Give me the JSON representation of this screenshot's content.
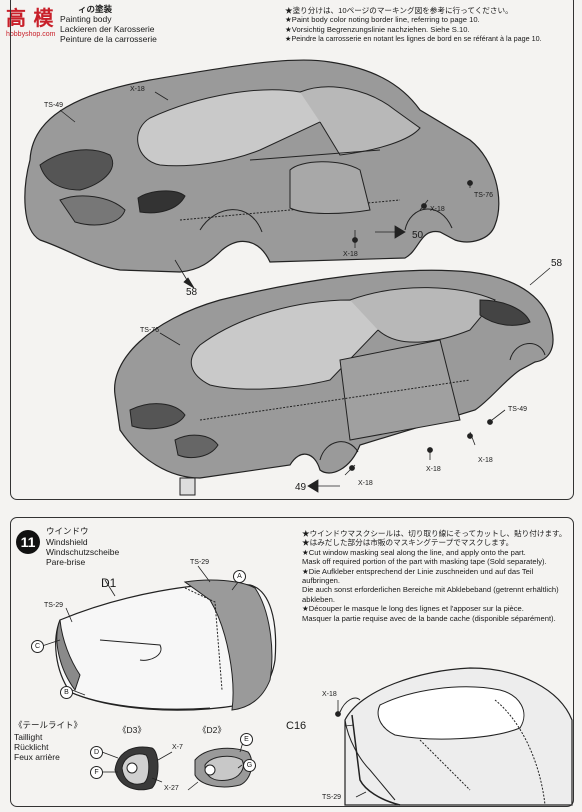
{
  "logo": {
    "main": "高 模",
    "sub": "hobbyshop.com"
  },
  "section_top": {
    "title_jp": "ィの塗装",
    "title_en": "Painting body",
    "title_de": "Lackieren der Karosserie",
    "title_fr": "Peinture de la carrosserie",
    "notes": [
      "★塗り分けは、10ページのマーキング図を参考に行ってください。",
      "★Paint body color noting border line, referring to page 10.",
      "★Vorsichtig Begrenzungslinie nachziehen. Siehe S.10.",
      "★Peindre la carrosserie en notant les lignes de bord en se référant à la page 10."
    ],
    "labels": {
      "ts49_top": "TS-49",
      "x18_a": "X-18",
      "ts76_a": "TS-76",
      "x18_b": "X-18",
      "x18_c": "X-18",
      "num58_a": "58",
      "num50": "50",
      "num58_b": "58",
      "ts76_b": "TS-76",
      "ts49_b": "TS-49",
      "x18_d": "X-18",
      "x18_e": "X-18",
      "x18_f": "X-18",
      "num49": "49"
    }
  },
  "section_bottom": {
    "step": "11",
    "title_jp": "ウインドウ",
    "title_en": "Windshield",
    "title_de": "Windschutzscheibe",
    "title_fr": "Pare-brise",
    "notes": [
      "★ウインドウマスクシールは、切り取り線にそってカットし、貼り付けます。",
      "★はみだした部分は市販のマスキングテープでマスクします。",
      "★Cut window masking seal along the line, and apply onto the part.",
      "Mask off required portion of the part with masking tape (Sold separately).",
      "★Die Aufkleber entsprechend der Linie zuschneiden und auf das Teil aufbringen.",
      "Die auch sonst erforderlichen Bereiche mit Abklebeband (getrennt erhältlich) abkleben.",
      "★Découper le masque le long des lignes et l'apposer sur la pièce.",
      "Masquer la partie requise avec de la bande cache (disponible séparément)."
    ],
    "part_d1": "D1",
    "ts29_a": "TS-29",
    "ts29_b": "TS-29",
    "letter_a": "A",
    "letter_b": "B",
    "letter_c": "C",
    "tail_jp": "《テールライト》",
    "tail_en": "Taillight",
    "tail_de": "Rücklicht",
    "tail_fr": "Feux arrière",
    "d3": "《D3》",
    "d2": "《D2》",
    "letter_d": "D",
    "letter_e": "E",
    "letter_f": "F",
    "letter_g": "G",
    "x7": "X-7",
    "x27": "X-27",
    "c16": "C16",
    "x18": "X-18",
    "ts29_c": "TS-29"
  }
}
